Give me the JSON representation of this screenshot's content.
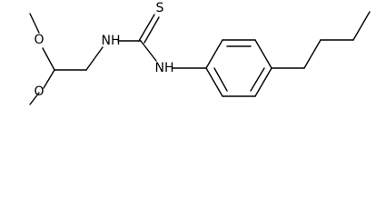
{
  "structure": {
    "atoms": {
      "methoxy_o_top": "O",
      "methoxy_o_bottom": "O",
      "amine_nh_left": "NH",
      "amine_nh_right": "NH",
      "thione_s": "S"
    },
    "colors": {
      "bond": "#000000",
      "label": "#000000",
      "background": "#ffffff"
    }
  }
}
